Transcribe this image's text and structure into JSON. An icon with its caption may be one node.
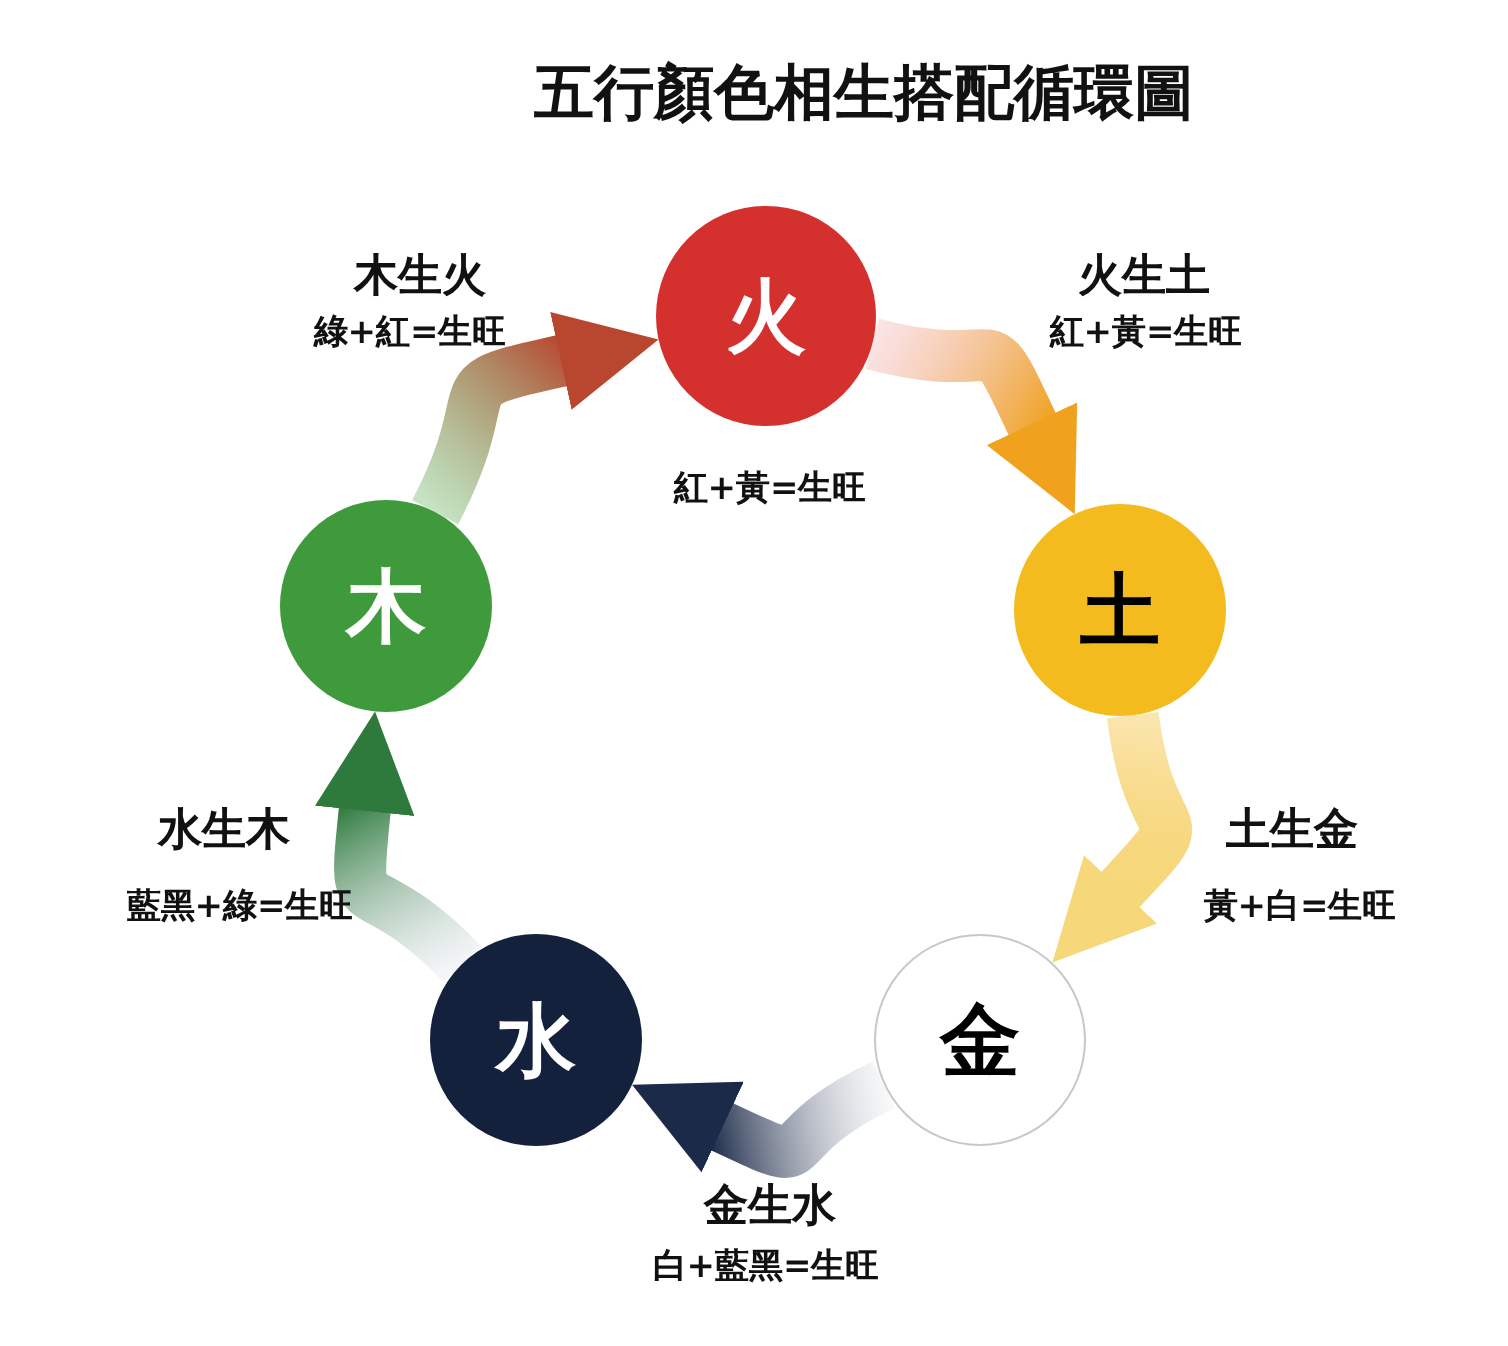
{
  "diagram": {
    "title": "五行顏色相生搭配循環圖",
    "nodes": [
      {
        "text": [
          "火"
        ],
        "beside": [
          "紅+黃=生旺"
        ]
      },
      {
        "text": [
          "土"
        ]
      },
      {
        "text": [
          "金"
        ]
      },
      {
        "text": [
          "水"
        ]
      },
      {
        "text": [
          "木"
        ]
      }
    ],
    "edges": [
      {
        "from": 4,
        "to": 0,
        "arrow": "to",
        "label": "木生火"
      },
      {
        "from": 0,
        "to": 1,
        "arrow": "to",
        "label": "火生土"
      },
      {
        "from": 1,
        "to": 2,
        "arrow": "to",
        "label": "土生金"
      },
      {
        "from": 2,
        "to": 3,
        "arrow": "to",
        "label": "金生水"
      },
      {
        "from": 3,
        "to": 4,
        "arrow": "to",
        "label": "水生木"
      }
    ],
    "labels": [
      "綠+紅=生旺",
      "紅+黃=生旺",
      "藍黑+綠=生旺",
      "黃+白=生旺",
      "白+藍黑=生旺"
    ]
  }
}
